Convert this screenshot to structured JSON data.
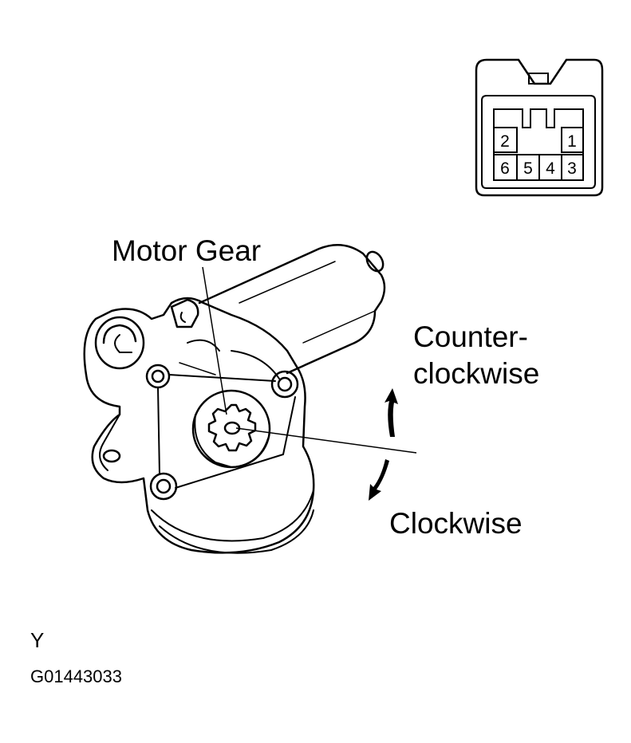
{
  "labels": {
    "motor_gear": "Motor Gear",
    "counter_line1": "Counter-",
    "counter_line2": "clockwise",
    "clockwise": "Clockwise",
    "view_letter": "Y",
    "figure_code": "G01443033"
  },
  "connector": {
    "pins_top": [
      "2",
      "1"
    ],
    "pins_bottom": [
      "6",
      "5",
      "4",
      "3"
    ]
  },
  "colors": {
    "line": "#000000",
    "background": "#ffffff"
  }
}
